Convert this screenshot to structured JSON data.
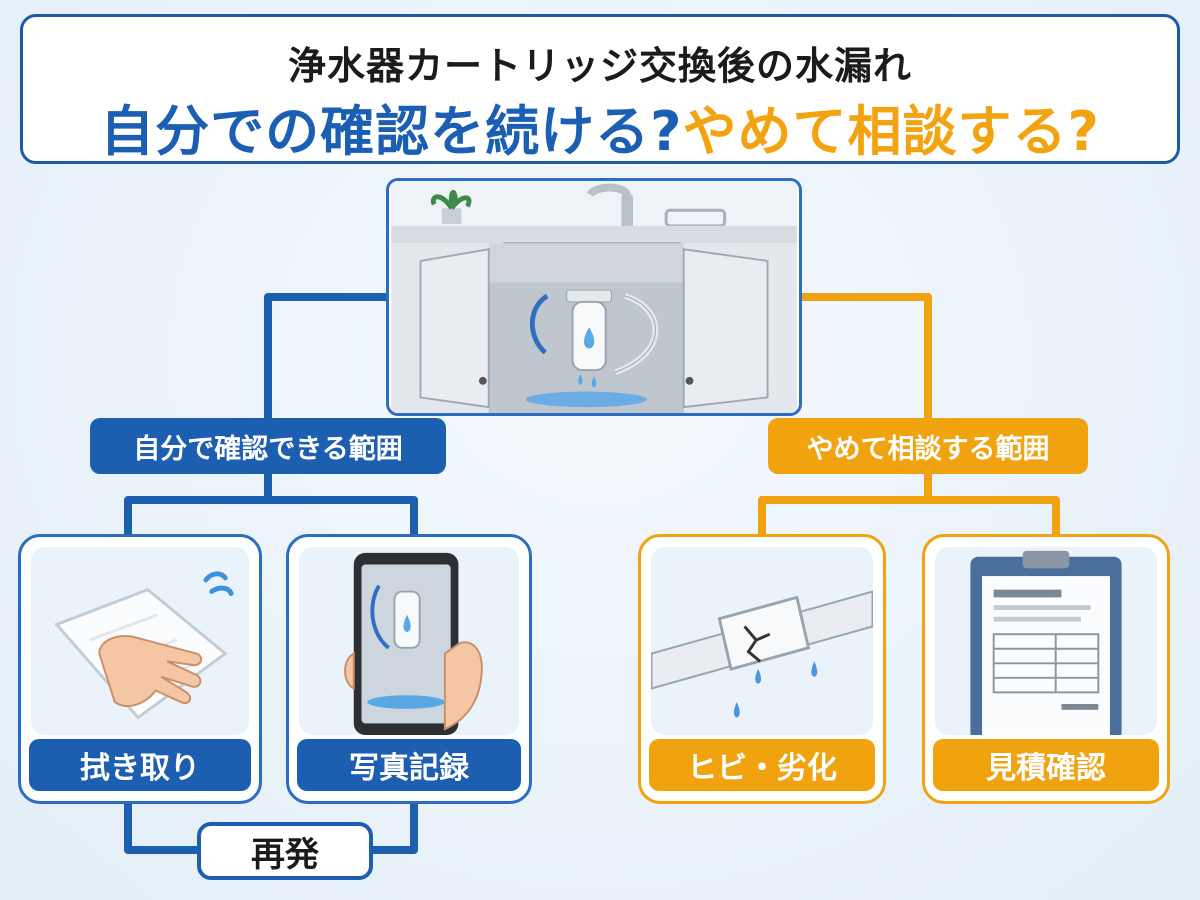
{
  "header": {
    "line1": "浄水器カートリッジ交換後の水漏れ",
    "line2_self": "自分での確認を続ける?",
    "line2_consult": "やめて相談する?"
  },
  "branches": {
    "self": {
      "label": "自分で確認できる範囲",
      "cards": [
        "拭き取り",
        "写真記録"
      ],
      "loop_label": "再発"
    },
    "consult": {
      "label": "やめて相談する範囲",
      "cards": [
        "ヒビ・劣化",
        "見積確認"
      ]
    }
  },
  "colors": {
    "blue": "#1c5fb0",
    "orange": "#f1a20f",
    "water": "#5aa7e6"
  },
  "icons": {
    "scene": "sink-cabinet-leak-illustration",
    "card1": "towel-wiping-hand-icon",
    "card2": "smartphone-photo-icon",
    "card3": "cracked-pipe-icon",
    "card4": "clipboard-estimate-icon"
  }
}
